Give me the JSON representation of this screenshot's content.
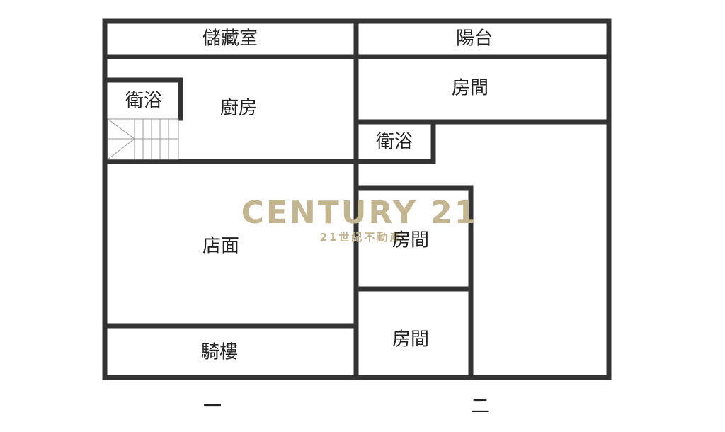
{
  "rooms": {
    "storage": "儲藏室",
    "balcony": "陽台",
    "bath_1f": "衛浴",
    "kitchen": "廚房",
    "shop": "店面",
    "arcade": "騎樓",
    "room_top": "房間",
    "bath_2f": "衛浴",
    "room_mid": "房間",
    "room_bottom": "房間"
  },
  "floors": {
    "first": "一",
    "second": "二"
  },
  "watermark": {
    "brand": "CENTURY 21",
    "subtitle": "21世紀不動產",
    "color": "#c2b590"
  },
  "wall_color": "#333333"
}
